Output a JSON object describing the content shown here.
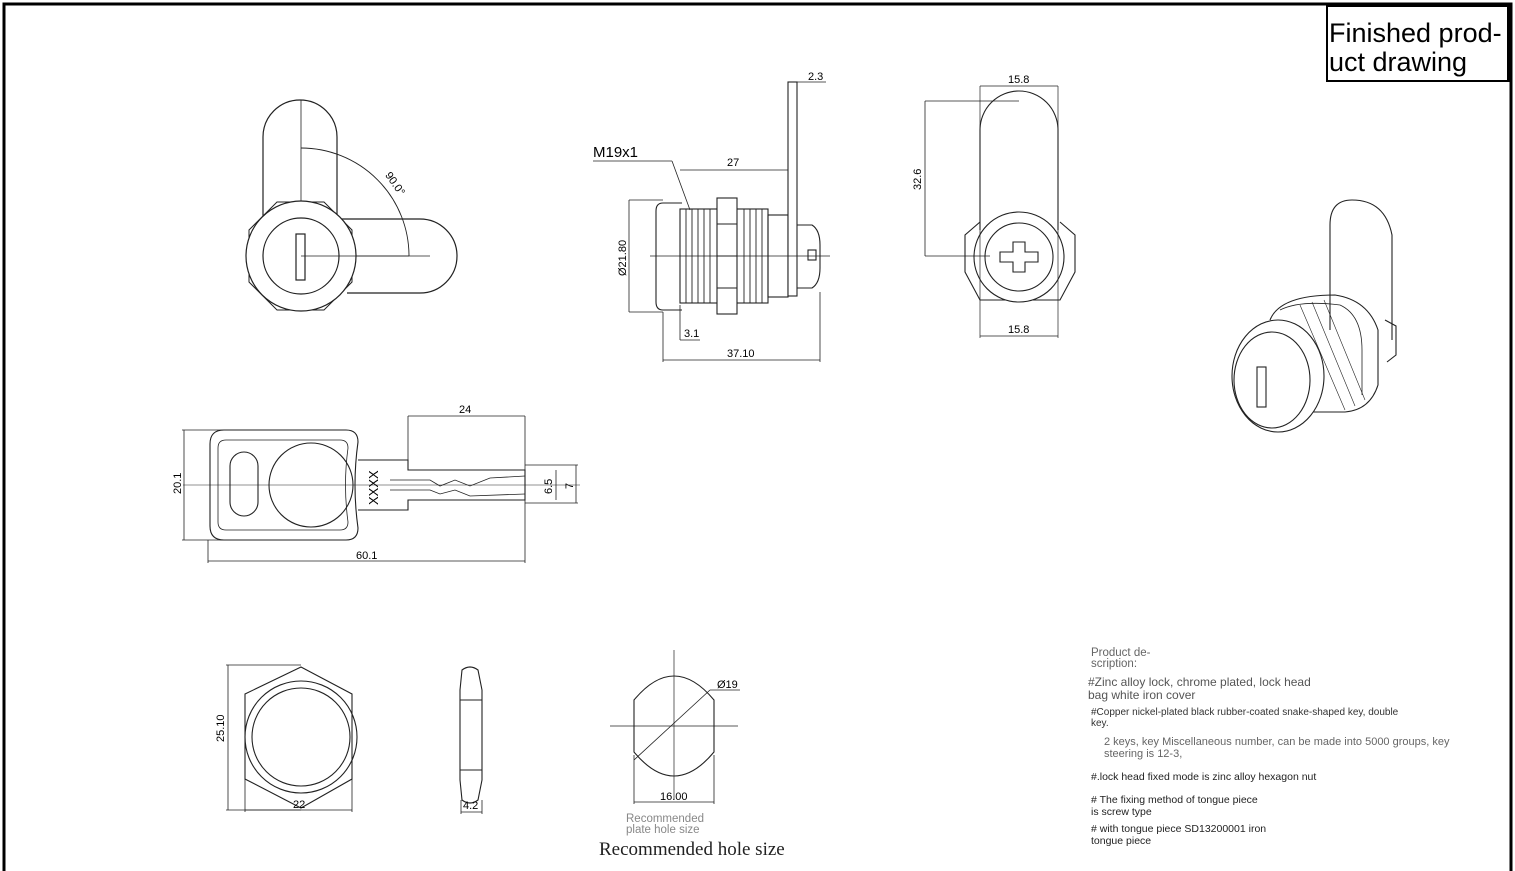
{
  "title": {
    "line1": "Finished prod-",
    "line2": "uct drawing"
  },
  "dimensions": {
    "angle": "90.0°",
    "thread": "M19x1",
    "d_27": "27",
    "d_2_3": "2.3",
    "d_21_80": "Ø21.80",
    "d_3_1": "3.1",
    "d_37_10": "37.10",
    "d_15_8_top": "15.8",
    "d_15_8_bottom": "15.8",
    "d_32_6": "32.6",
    "d_24": "24",
    "d_20_1": "20.1",
    "d_6_5": "6.5",
    "d_7": "7",
    "d_60_1": "60.1",
    "key_marking": "XXXX",
    "d_25_10": "25.10",
    "d_22": "22",
    "d_4_2": "4.2",
    "d_19": "Ø19",
    "d_16_00": "16.00"
  },
  "hole": {
    "small_line1": "Recommended",
    "small_line2": "plate hole size",
    "label": "Recommended hole size"
  },
  "description": {
    "heading_line1": "Product de-",
    "heading_line2": "scription:",
    "item1_line1": "#Zinc alloy lock, chrome plated, lock head",
    "item1_line2": "bag white iron cover",
    "item2_line1": "#Copper nickel-plated black rubber-coated snake-shaped key, double",
    "item2_line2": "key.",
    "item3_line1": "2 keys, key Miscellaneous number, can be made into 5000 groups, key",
    "item3_line2": "steering is 12-3,",
    "item4": "#.lock head fixed mode is zinc alloy hexagon nut",
    "item5_line1": "# The fixing method of tongue piece",
    "item5_line2": "is screw type",
    "item6_line1": "# with tongue piece SD13200001 iron",
    "item6_line2": "tongue piece"
  }
}
